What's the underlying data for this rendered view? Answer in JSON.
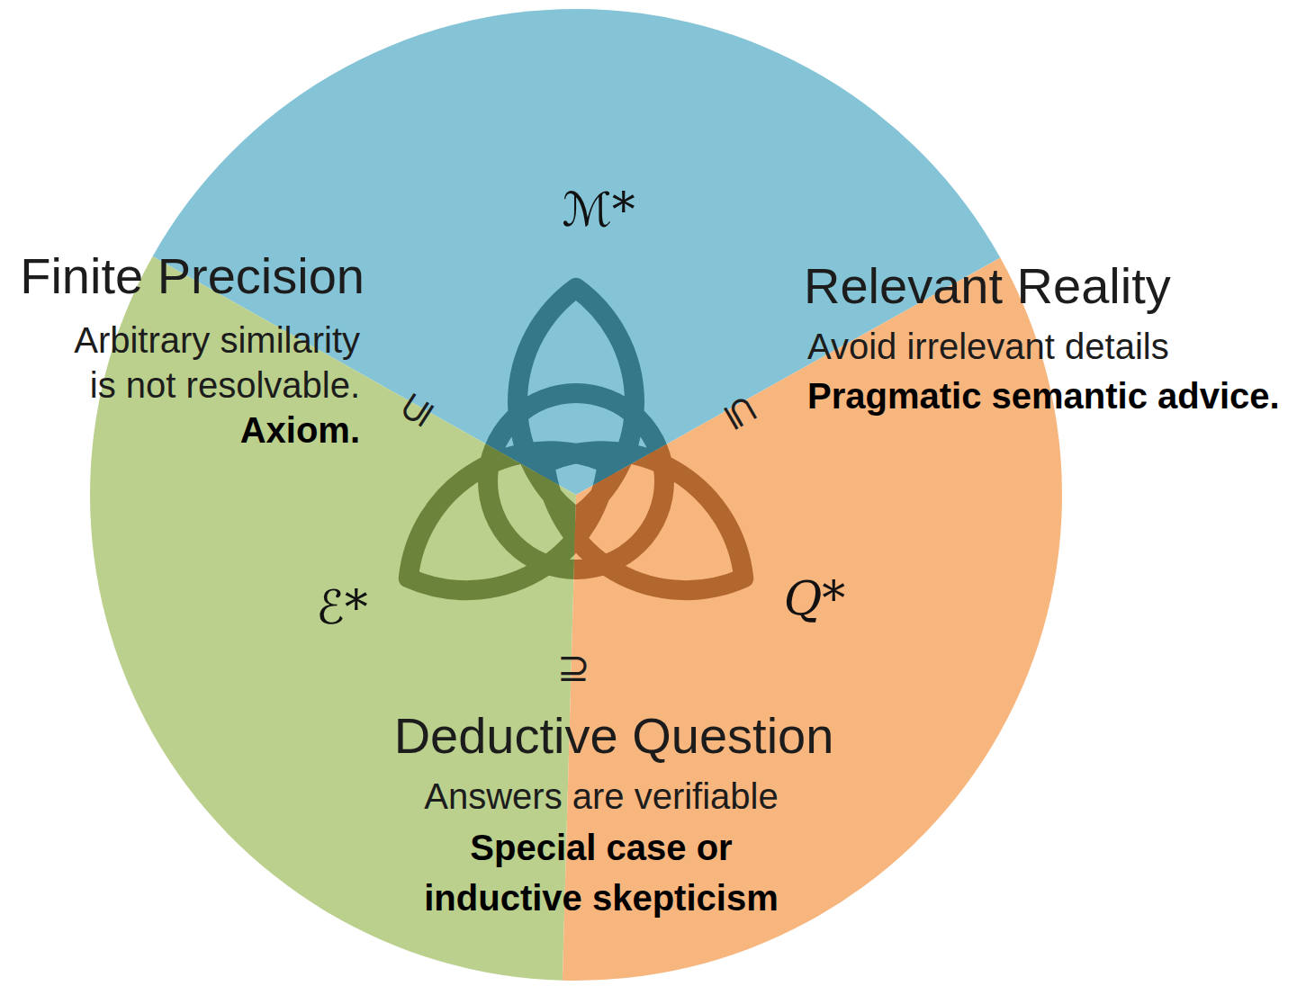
{
  "diagram": {
    "nodes": [
      {
        "text": [
          "ℳ*"
        ]
      },
      {
        "text": [
          "ℰ*"
        ]
      },
      {
        "text": [
          "Q*"
        ]
      }
    ],
    "labels": [
      "Finite Precision",
      "Arbitrary similarity is not resolvable.",
      "Axiom.",
      "Relevant Reality",
      "Avoid irrelevant details",
      "Pragmatic semantic advice.",
      "Deductive Question",
      "Answers are verifiable",
      "Special case or inductive skepticism",
      "⊆",
      "⊆",
      "⊇"
    ]
  }
}
